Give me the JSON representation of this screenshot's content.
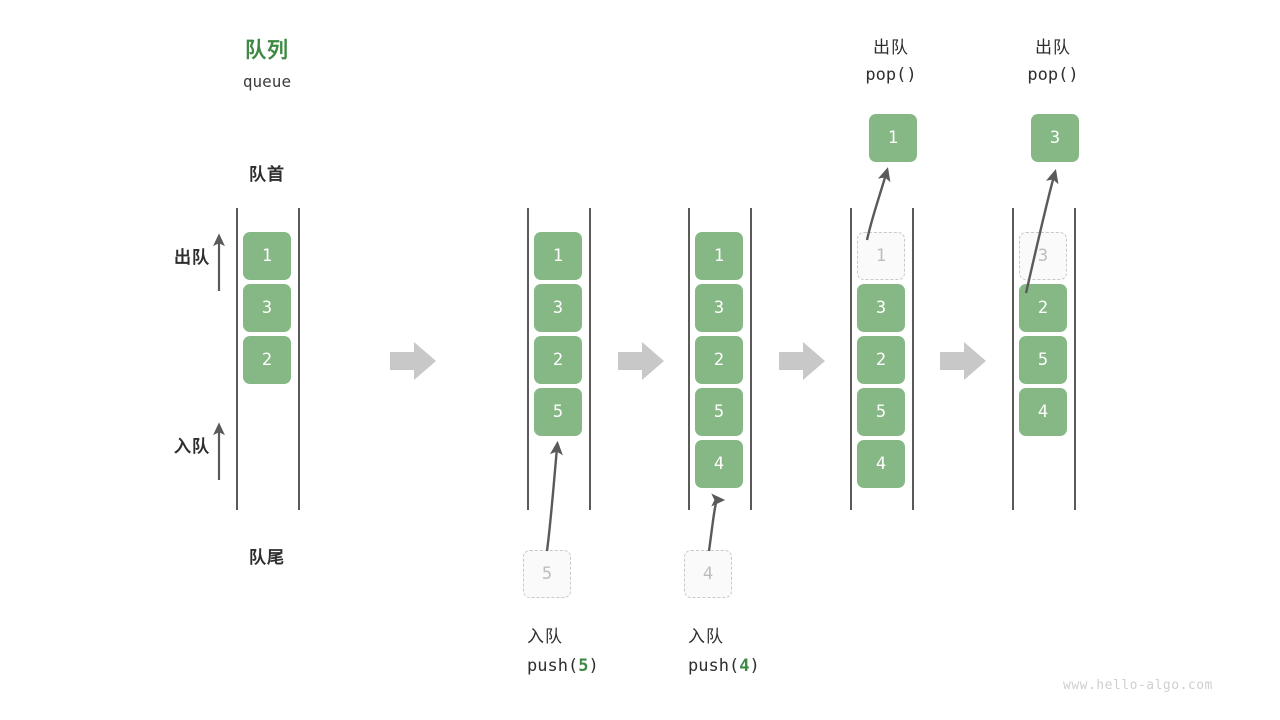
{
  "diagram": {
    "title_cn": "队列",
    "title_en": "queue",
    "head_label": "队首",
    "tail_label": "队尾",
    "dequeue_axis_label": "出队",
    "enqueue_axis_label": "入队",
    "watermark": "www.hello-algo.com",
    "colors": {
      "accent_green": "#3e8a43",
      "cell_green": "#85b884",
      "cell_text": "#ffffff",
      "ghost_fill": "#fafafa",
      "ghost_border": "#c9c9c9",
      "ghost_text": "#bdbdbd",
      "rail": "#5a5a5a",
      "arrow_grey": "#c8c8c8",
      "curve_arrow": "#5a5a5a",
      "text_dark": "#2e2e2e",
      "watermark_grey": "#cfcfcf"
    }
  },
  "steps": [
    {
      "id": "initial",
      "top_label_cn": "",
      "top_label_code": "",
      "bottom_label_cn": "",
      "bottom_label_code_prefix": "",
      "bottom_label_code_arg": "",
      "bottom_label_code_suffix": "",
      "cells": [
        {
          "value": "1",
          "ghost": false
        },
        {
          "value": "3",
          "ghost": false
        },
        {
          "value": "2",
          "ghost": false
        }
      ],
      "incoming_value": "",
      "popped_value": ""
    },
    {
      "id": "push-5",
      "top_label_cn": "",
      "top_label_code": "",
      "bottom_label_cn": "入队",
      "bottom_label_code_prefix": "push(",
      "bottom_label_code_arg": "5",
      "bottom_label_code_suffix": ")",
      "cells": [
        {
          "value": "1",
          "ghost": false
        },
        {
          "value": "3",
          "ghost": false
        },
        {
          "value": "2",
          "ghost": false
        },
        {
          "value": "5",
          "ghost": false
        }
      ],
      "incoming_value": "5",
      "popped_value": ""
    },
    {
      "id": "push-4",
      "top_label_cn": "",
      "top_label_code": "",
      "bottom_label_cn": "入队",
      "bottom_label_code_prefix": "push(",
      "bottom_label_code_arg": "4",
      "bottom_label_code_suffix": ")",
      "cells": [
        {
          "value": "1",
          "ghost": false
        },
        {
          "value": "3",
          "ghost": false
        },
        {
          "value": "2",
          "ghost": false
        },
        {
          "value": "5",
          "ghost": false
        },
        {
          "value": "4",
          "ghost": false
        }
      ],
      "incoming_value": "4",
      "popped_value": ""
    },
    {
      "id": "pop-1",
      "top_label_cn": "出队",
      "top_label_code": "pop()",
      "bottom_label_cn": "",
      "bottom_label_code_prefix": "",
      "bottom_label_code_arg": "",
      "bottom_label_code_suffix": "",
      "cells": [
        {
          "value": "1",
          "ghost": true
        },
        {
          "value": "3",
          "ghost": false
        },
        {
          "value": "2",
          "ghost": false
        },
        {
          "value": "5",
          "ghost": false
        },
        {
          "value": "4",
          "ghost": false
        }
      ],
      "incoming_value": "",
      "popped_value": "1"
    },
    {
      "id": "pop-3",
      "top_label_cn": "出队",
      "top_label_code": "pop()",
      "bottom_label_cn": "",
      "bottom_label_code_prefix": "",
      "bottom_label_code_arg": "",
      "bottom_label_code_suffix": "",
      "cells": [
        {
          "value": "3",
          "ghost": true
        },
        {
          "value": "2",
          "ghost": false
        },
        {
          "value": "5",
          "ghost": false
        },
        {
          "value": "4",
          "ghost": false
        }
      ],
      "incoming_value": "",
      "popped_value": "3"
    }
  ],
  "flow_arrows": [
    {
      "label": "step-arrow-1"
    },
    {
      "label": "step-arrow-2"
    },
    {
      "label": "step-arrow-3"
    },
    {
      "label": "step-arrow-4"
    }
  ]
}
